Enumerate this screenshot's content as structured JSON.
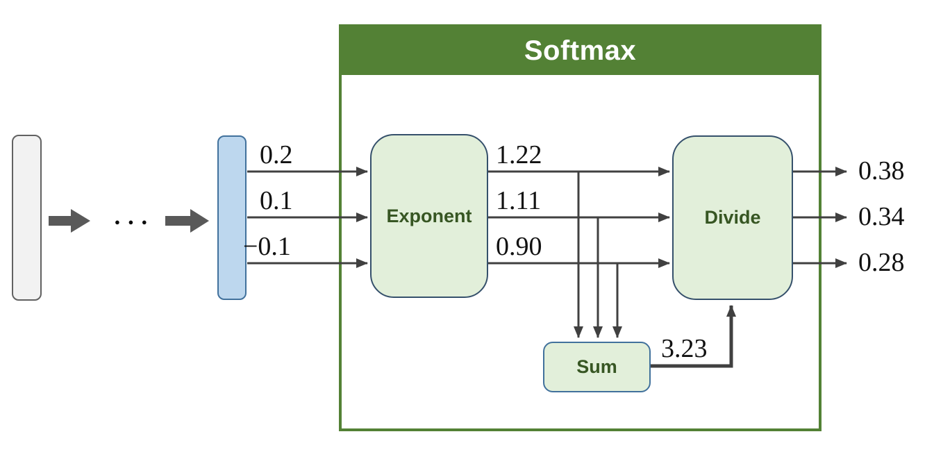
{
  "softmax": {
    "title": "Softmax"
  },
  "blocks": {
    "exponent": "Exponent",
    "divide": "Divide",
    "sum": "Sum"
  },
  "values": {
    "inputs": [
      "0.2",
      "0.1",
      "−0.1"
    ],
    "exponents": [
      "1.22",
      "1.11",
      "0.90"
    ],
    "sum": "3.23",
    "outputs": [
      "0.38",
      "0.34",
      "0.28"
    ]
  },
  "ellipsis": "● ● ●",
  "colors": {
    "header_green": "#538135",
    "box_fill_green": "#E2EFDA",
    "label_green": "#375623",
    "vector_blue": "#BDD7EE",
    "vector_gray": "#F2F2F2",
    "line_gray": "#404040",
    "block_arrow_gray": "#595959"
  }
}
